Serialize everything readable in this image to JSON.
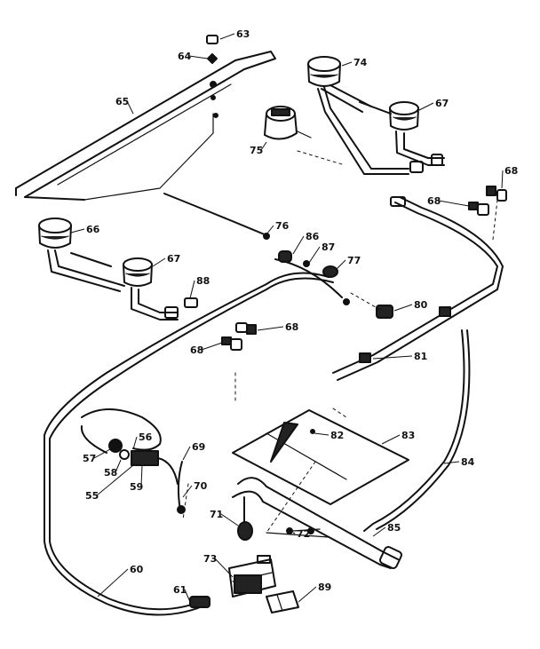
{
  "callouts": [
    "63",
    "64",
    "65",
    "74",
    "67",
    "75",
    "68",
    "68",
    "66",
    "67",
    "88",
    "76",
    "86",
    "87",
    "77",
    "80",
    "68",
    "68",
    "81",
    "57",
    "58",
    "55",
    "59",
    "56",
    "69",
    "70",
    "82",
    "83",
    "84",
    "71",
    "72",
    "85",
    "73",
    "60",
    "61",
    "89"
  ]
}
